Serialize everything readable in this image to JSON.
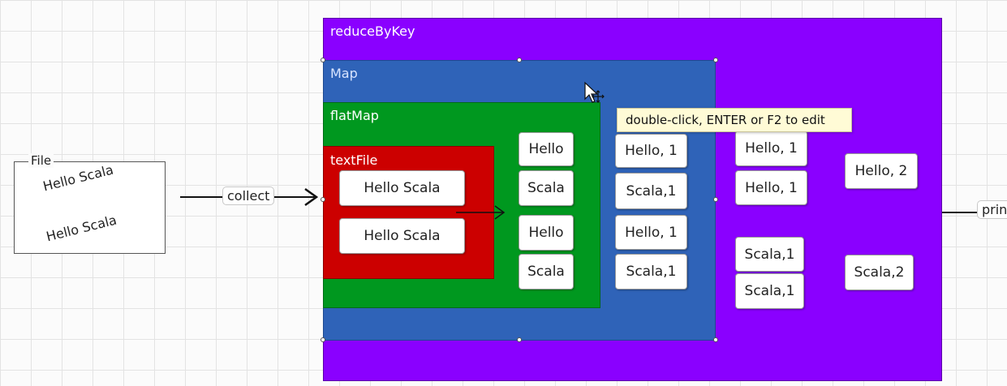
{
  "file": {
    "legend": "File",
    "lines": [
      "Hello Scala",
      "Hello Scala"
    ]
  },
  "edges": {
    "collect": "collect",
    "print": "print"
  },
  "boxes": {
    "reduceByKey": "reduceByKey",
    "map": "Map",
    "flatMap": "flatMap",
    "textFile": "textFile"
  },
  "textFile_nodes": [
    "Hello Scala",
    "Hello Scala"
  ],
  "flatMap_nodes": [
    "Hello",
    "Scala",
    "Hello",
    "Scala"
  ],
  "map_nodes": [
    "Hello, 1",
    "Scala,1",
    "Hello, 1",
    "Scala,1"
  ],
  "group_nodes": [
    "Hello, 1",
    "Hello, 1",
    "Scala,1",
    "Scala,1"
  ],
  "reduce_nodes": [
    "Hello, 2",
    "Scala,2"
  ],
  "tooltip": "double-click, ENTER or F2 to edit",
  "colors": {
    "reduceByKey": "#8a00ff",
    "map": "#2f63b8",
    "flatMap": "#00981f",
    "textFile": "#cc0000"
  }
}
